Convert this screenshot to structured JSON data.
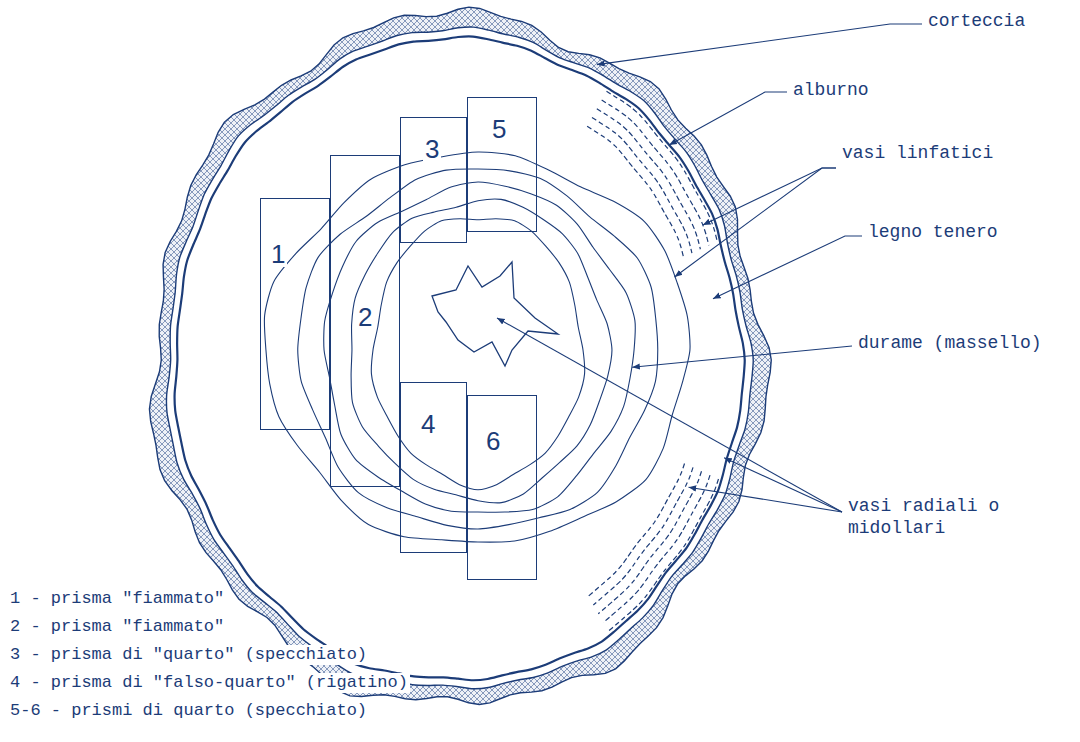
{
  "diagram": {
    "nodes": [
      {
        "text": [
          "1"
        ]
      },
      {
        "text": [
          "2"
        ]
      },
      {
        "text": [
          "3"
        ]
      },
      {
        "text": [
          "5"
        ]
      },
      {
        "text": [
          "4"
        ]
      },
      {
        "text": [
          "6"
        ]
      }
    ],
    "edges": [],
    "labels": [
      "corteccia",
      "alburno",
      "vasi linfatici",
      "legno tenero",
      "durame (massello)",
      "vasi radiali o midollari",
      "1 - prisma \"fiammato\"",
      "2 - prisma \"fiammato\"",
      "3 - prisma di \"quarto\" (specchiato)",
      "4 - prisma di \"falso-quarto\" (rigatino)",
      "5-6 - prismi di quarto (specchiato)"
    ]
  }
}
